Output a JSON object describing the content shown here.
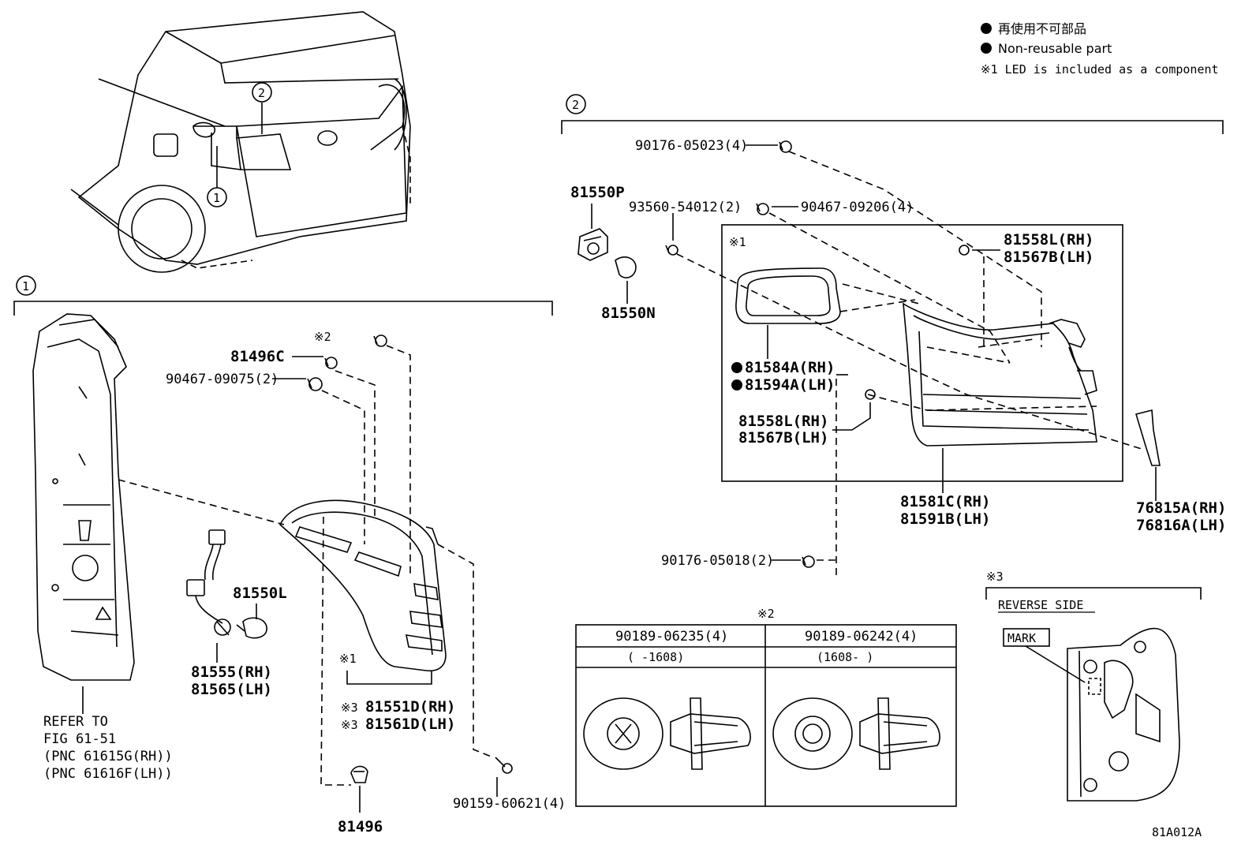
{
  "legend": {
    "jp": "再使用不可部品",
    "en": "Non-reusable part",
    "note1": "※1 LED is included as a component"
  },
  "callouts": {
    "c1": "1",
    "c2": "2"
  },
  "notes": {
    "n1": "※1",
    "n2": "※2",
    "n3": "※3"
  },
  "parts": {
    "p90176_05023": "90176-05023(4)",
    "p81550P": "81550P",
    "p93560": "93560-54012(2)",
    "p90467_09206": "90467-09206(4)",
    "p81550N": "81550N",
    "p81558L_a": "81558L(RH)",
    "p81567B_a": "81567B(LH)",
    "p81584A": "81584A(RH)",
    "p81594A": "81594A(LH)",
    "p81558L_b": "81558L(RH)",
    "p81567B_b": "81567B(LH)",
    "p81581C": "81581C(RH)",
    "p81591B": "81591B(LH)",
    "p76815A": "76815A(RH)",
    "p76816A": "76816A(LH)",
    "p90176_05018": "90176-05018(2)",
    "p81496C": "81496C",
    "p90467_09075": "90467-09075(2)",
    "p81550L": "81550L",
    "p81555": "81555(RH)",
    "p81565": "81565(LH)",
    "p81551D": "81551D(RH)",
    "p81561D": "81561D(LH)",
    "p81496": "81496",
    "p90159": "90159-60621(4)"
  },
  "refer": {
    "l1": "REFER TO",
    "l2": "FIG 61-51",
    "l3": "(PNC 61615G(RH))",
    "l4": "(PNC 61616F(LH))"
  },
  "table": {
    "col1_pn": "90189-06235(4)",
    "col2_pn": "90189-06242(4)",
    "col1_date": "(      -1608)",
    "col2_date": "(1608-      )"
  },
  "reverse": {
    "title": "REVERSE SIDE",
    "mark": "MARK"
  },
  "figure_id": "81A012A"
}
